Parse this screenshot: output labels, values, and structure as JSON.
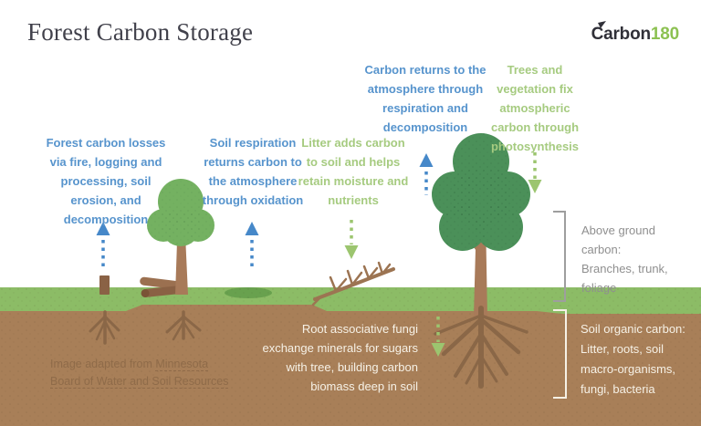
{
  "title": "Forest Carbon Storage",
  "logo": {
    "word": "Carbon",
    "number": "180"
  },
  "annotations": {
    "carbon_returns": "Carbon returns to the atmosphere through respiration and decomposition",
    "trees_fix": "Trees and vegetation fix atmospheric carbon through photosynthesis",
    "forest_losses": "Forest carbon losses via fire, logging and processing, soil erosion, and decomposition",
    "soil_respiration": "Soil respiration returns carbon to the atmosphere through oxidation",
    "litter": "Litter adds carbon to soil and helps retain moisture and nutrients",
    "above_ground": "Above ground carbon: Branches, trunk, foliage",
    "soil_organic": "Soil organic carbon: Litter, roots, soil macro-organisms, fungi, bacteria",
    "root_fungi": "Root associative fungi exchange minerals for sugars with tree, building carbon biomass deep in soil"
  },
  "attribution": {
    "prefix": "Image adapted from ",
    "link_text": "Minnesota Board of Water and Soil Resources"
  },
  "icons": {
    "logo_arrow": "circular-arrow",
    "blue_arrows": "dashed-up-arrow",
    "green_arrows": "dashed-down-arrow"
  },
  "colors": {
    "title_text": "#41414b",
    "blue_text": "#5794cd",
    "green_text": "#a6cb80",
    "gray_text": "#8f8f8f",
    "cream_text": "#f6f1e6",
    "attr_text": "#8b6847",
    "arrow_blue": "#4688c9",
    "arrow_green": "#9cc56f",
    "grass": "#8cbc66",
    "grass_dark": "#68a14e",
    "soil": "#a87f58",
    "root": "#8a6747",
    "trunk": "#a87a59",
    "tree_dark": "#4b9059",
    "tree_light": "#74b161",
    "log_light": "#9b7050",
    "log_dark": "#8a6144",
    "branch": "#9c7452",
    "bracket_gray": "#9e9e9e",
    "logo_dark": "#303038",
    "logo_green": "#8cc152",
    "stump": "#8a6245"
  }
}
